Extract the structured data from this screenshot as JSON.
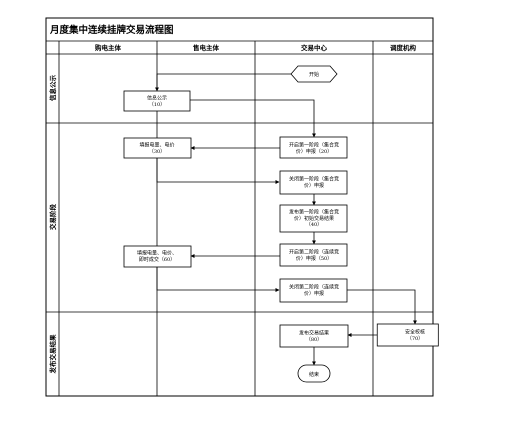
{
  "title": "月度集中连续挂牌交易流程图",
  "lanes": [
    {
      "id": "buyer",
      "label": "购电主体"
    },
    {
      "id": "seller",
      "label": "售电主体"
    },
    {
      "id": "center",
      "label": "交易中心"
    },
    {
      "id": "dispatch",
      "label": "调度机构"
    }
  ],
  "stages": [
    {
      "id": "publish",
      "label": "信息公示"
    },
    {
      "id": "trade",
      "label": "交易阶段"
    },
    {
      "id": "result",
      "label": "发布交易结果"
    }
  ],
  "nodes": {
    "start": {
      "lines": [
        "开始"
      ]
    },
    "info": {
      "lines": [
        "信息公示",
        "（10）"
      ]
    },
    "fill1": {
      "lines": [
        "填报电量、电价",
        "（30）"
      ]
    },
    "open1": {
      "lines": [
        "开启第一阶段（集合竞",
        "价）申报（20）"
      ]
    },
    "close1": {
      "lines": [
        "关闭第一阶段（集合竞",
        "价）申报"
      ]
    },
    "pub1": {
      "lines": [
        "发布第一阶段（集合竞",
        "价）初始交易结果",
        "（40）"
      ]
    },
    "fill2": {
      "lines": [
        "填报电量、电价、",
        "即时成交（60）"
      ]
    },
    "open2": {
      "lines": [
        "开启第二阶段（连续竞",
        "价）申报（50）"
      ]
    },
    "close2": {
      "lines": [
        "关闭第二阶段（连续竞",
        "价）申报"
      ]
    },
    "check": {
      "lines": [
        "安全校核",
        "（70）"
      ]
    },
    "result": {
      "lines": [
        "发布交易结果",
        "（80）"
      ]
    },
    "end": {
      "lines": [
        "结束"
      ]
    }
  }
}
